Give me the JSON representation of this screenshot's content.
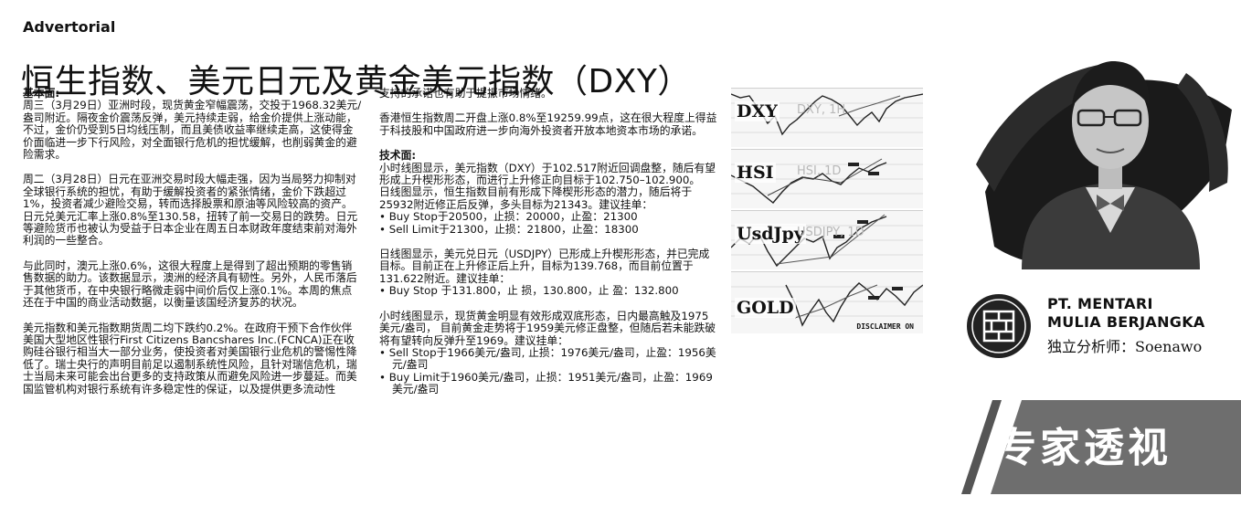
{
  "label": "Advertorial",
  "headline": "恒生指数、美元日元及黄金美元指数（DXY）",
  "col1": {
    "fundamentals_heading": "基本面:",
    "paragraphs": [
      "周三（3月29日）亚洲时段，现货黄金窄幅震荡，交投于1968.32美元/盎司附近。隔夜金价震荡反弹，美元持续走弱，给金价提供上涨动能，不过，金价仍受到5日均线压制，而且美债收益率继续走高，这使得金价面临进一步下行风险，对全面银行危机的担忧缓解，也削弱黄金的避险需求。",
      "周二（3月28日）日元在亚洲交易时段大幅走强，因为当局努力抑制对全球银行系统的担忧，有助于缓解投资者的紧张情绪，金价下跌超过1%，投资者减少避险交易，转而选择股票和原油等风险较高的资产。日元兑美元汇率上涨0.8%至130.58，扭转了前一交易日的跌势。日元等避险货币也被认为受益于日本企业在周五日本财政年度结束前对海外利润的一些整合。",
      "与此同时，澳元上涨0.6%，这很大程度上是得到了超出预期的零售销售数据的助力。该数据显示，澳洲的经济具有韧性。另外，人民币落后于其他货币，在中央银行略微走弱中间价后仅上涨0.1%。本周的焦点还在于中国的商业活动数据，以衡量该国经济复苏的状况。",
      "美元指数和美元指数期货周二均下跌约0.2%。在政府干预下合作伙伴美国大型地区性银行First Citizens Bancshares Inc.(FCNCA)正在收购硅谷银行相当大一部分业务，使投资者对美国银行业危机的警惕性降低了。瑞士央行的声明目前足以遏制系统性风险，且针对瑞信危机，瑞士当局未来可能会出台更多的支持政策从而避免风险进一步蔓延。而美国监管机构对银行系统有许多稳定性的保证，以及提供更多流动性"
    ]
  },
  "col2": {
    "p1": "支持的承诺也有助于提振市场情绪。",
    "p2": "香港恒生指数周二开盘上涨0.8%至19259.99点，这在很大程度上得益于科技股和中国政府进一步向海外投资者开放本地资本市场的承诺。",
    "technical_heading": "技术面:",
    "p3": "小时线图显示，美元指数（DXY）于102.517附近回调盘整，随后有望形成上升楔形形态，而进行上升修正向目标于102.750–102.900。",
    "p4": "日线图显示，恒生指数目前有形成下降楔形形态的潜力，随后将于25932附近修正后反弹，多头目标为21343。建议挂单：",
    "list1": [
      "Buy Stop于20500，止损：20000，止盈：21300",
      "Sell Limit于21300，止损：21800，止盈：18300"
    ],
    "p5": "日线图显示，美元兑日元（USDJPY）已形成上升楔形形态，并已完成目标。目前正在上升修正后上升，目标为139.768，而目前位置于131.622附近。建议挂单：",
    "list2": [
      "Buy Stop 于131.800，止 损，130.800，止 盈：132.800"
    ],
    "p6": "小时线图显示，现货黄金明显有效形成双底形态，日内最高触及1975美元/盎司，  目前黄金走势将于1959美元修正盘整，但随后若未能跌破将有望转向反弹升至1969。建议挂单：",
    "list3": [
      "Sell Stop于1966美元/盎司, 止损：1976美元/盎司，止盈：1956美元/盎司",
      "Buy Limit于1960美元/盎司，止损：1951美元/盎司，止盈：1969美元/盎司"
    ]
  },
  "charts": [
    {
      "tag": "DXY",
      "watermark": "DXY, 1H"
    },
    {
      "tag": "HSI",
      "watermark": "HSI, 1D"
    },
    {
      "tag": "UsdJpy",
      "watermark": "USDJPY, 1D"
    },
    {
      "tag": "GOLD",
      "watermark": "",
      "disclaimer": "DISCLAIMER ON"
    }
  ],
  "company": {
    "line1": "PT. MENTARI",
    "line2": "MULIA BERJANGKA",
    "analyst": "独立分析师：Soenawo"
  },
  "banner": {
    "text": "专家透视"
  },
  "colors": {
    "text": "#111111",
    "banner": "#6e6e6e",
    "background": "#ffffff"
  }
}
